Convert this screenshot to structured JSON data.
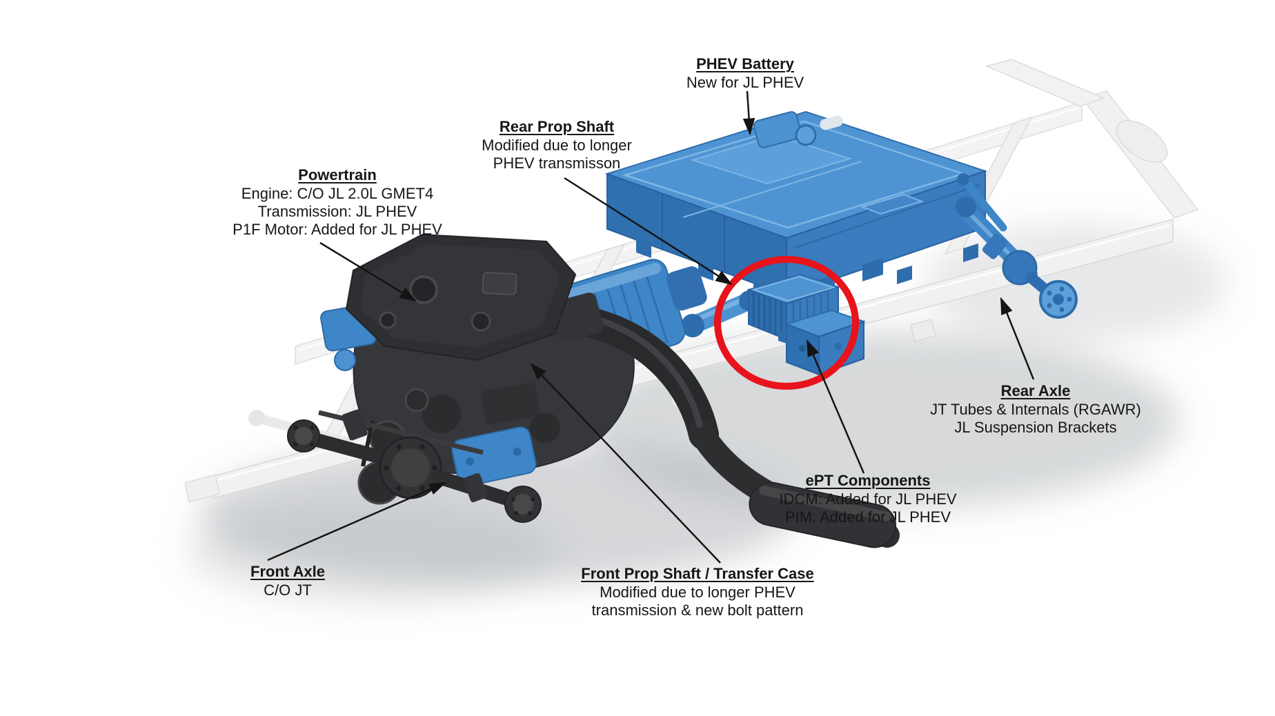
{
  "callouts": {
    "phev_battery": {
      "title": "PHEV Battery",
      "lines": [
        "New for JL PHEV"
      ]
    },
    "rear_prop_shaft": {
      "title": "Rear Prop Shaft",
      "lines": [
        "Modified due to longer",
        "PHEV transmisson"
      ]
    },
    "powertrain": {
      "title": "Powertrain",
      "lines": [
        "Engine: C/O JL 2.0L GMET4",
        "Transmission: JL PHEV",
        "P1F Motor: Added for JL PHEV"
      ]
    },
    "rear_axle": {
      "title": "Rear Axle",
      "lines": [
        "JT Tubes & Internals (RGAWR)",
        "JL Suspension Brackets"
      ]
    },
    "ept_components": {
      "title": "ePT Components",
      "lines": [
        "IDCM: Added for JL PHEV",
        "PIM: Added for JL PHEV"
      ]
    },
    "front_axle": {
      "title": "Front Axle",
      "lines": [
        "C/O JT"
      ]
    },
    "front_prop_shaft": {
      "title": "Front Prop Shaft / Transfer Case",
      "lines": [
        "Modified due to longer PHEV",
        "transmission & new bolt pattern"
      ]
    }
  },
  "colors": {
    "highlight_blue": "#3E86C8",
    "highlight_blue_dark": "#2C6AA6",
    "highlight_blue_light": "#6FA8DC",
    "engine_dark": "#2E2F32",
    "frame_light": "#F2F2F2",
    "attention_red": "#E8131B",
    "text": "#161616",
    "background": "#FFFFFF"
  }
}
